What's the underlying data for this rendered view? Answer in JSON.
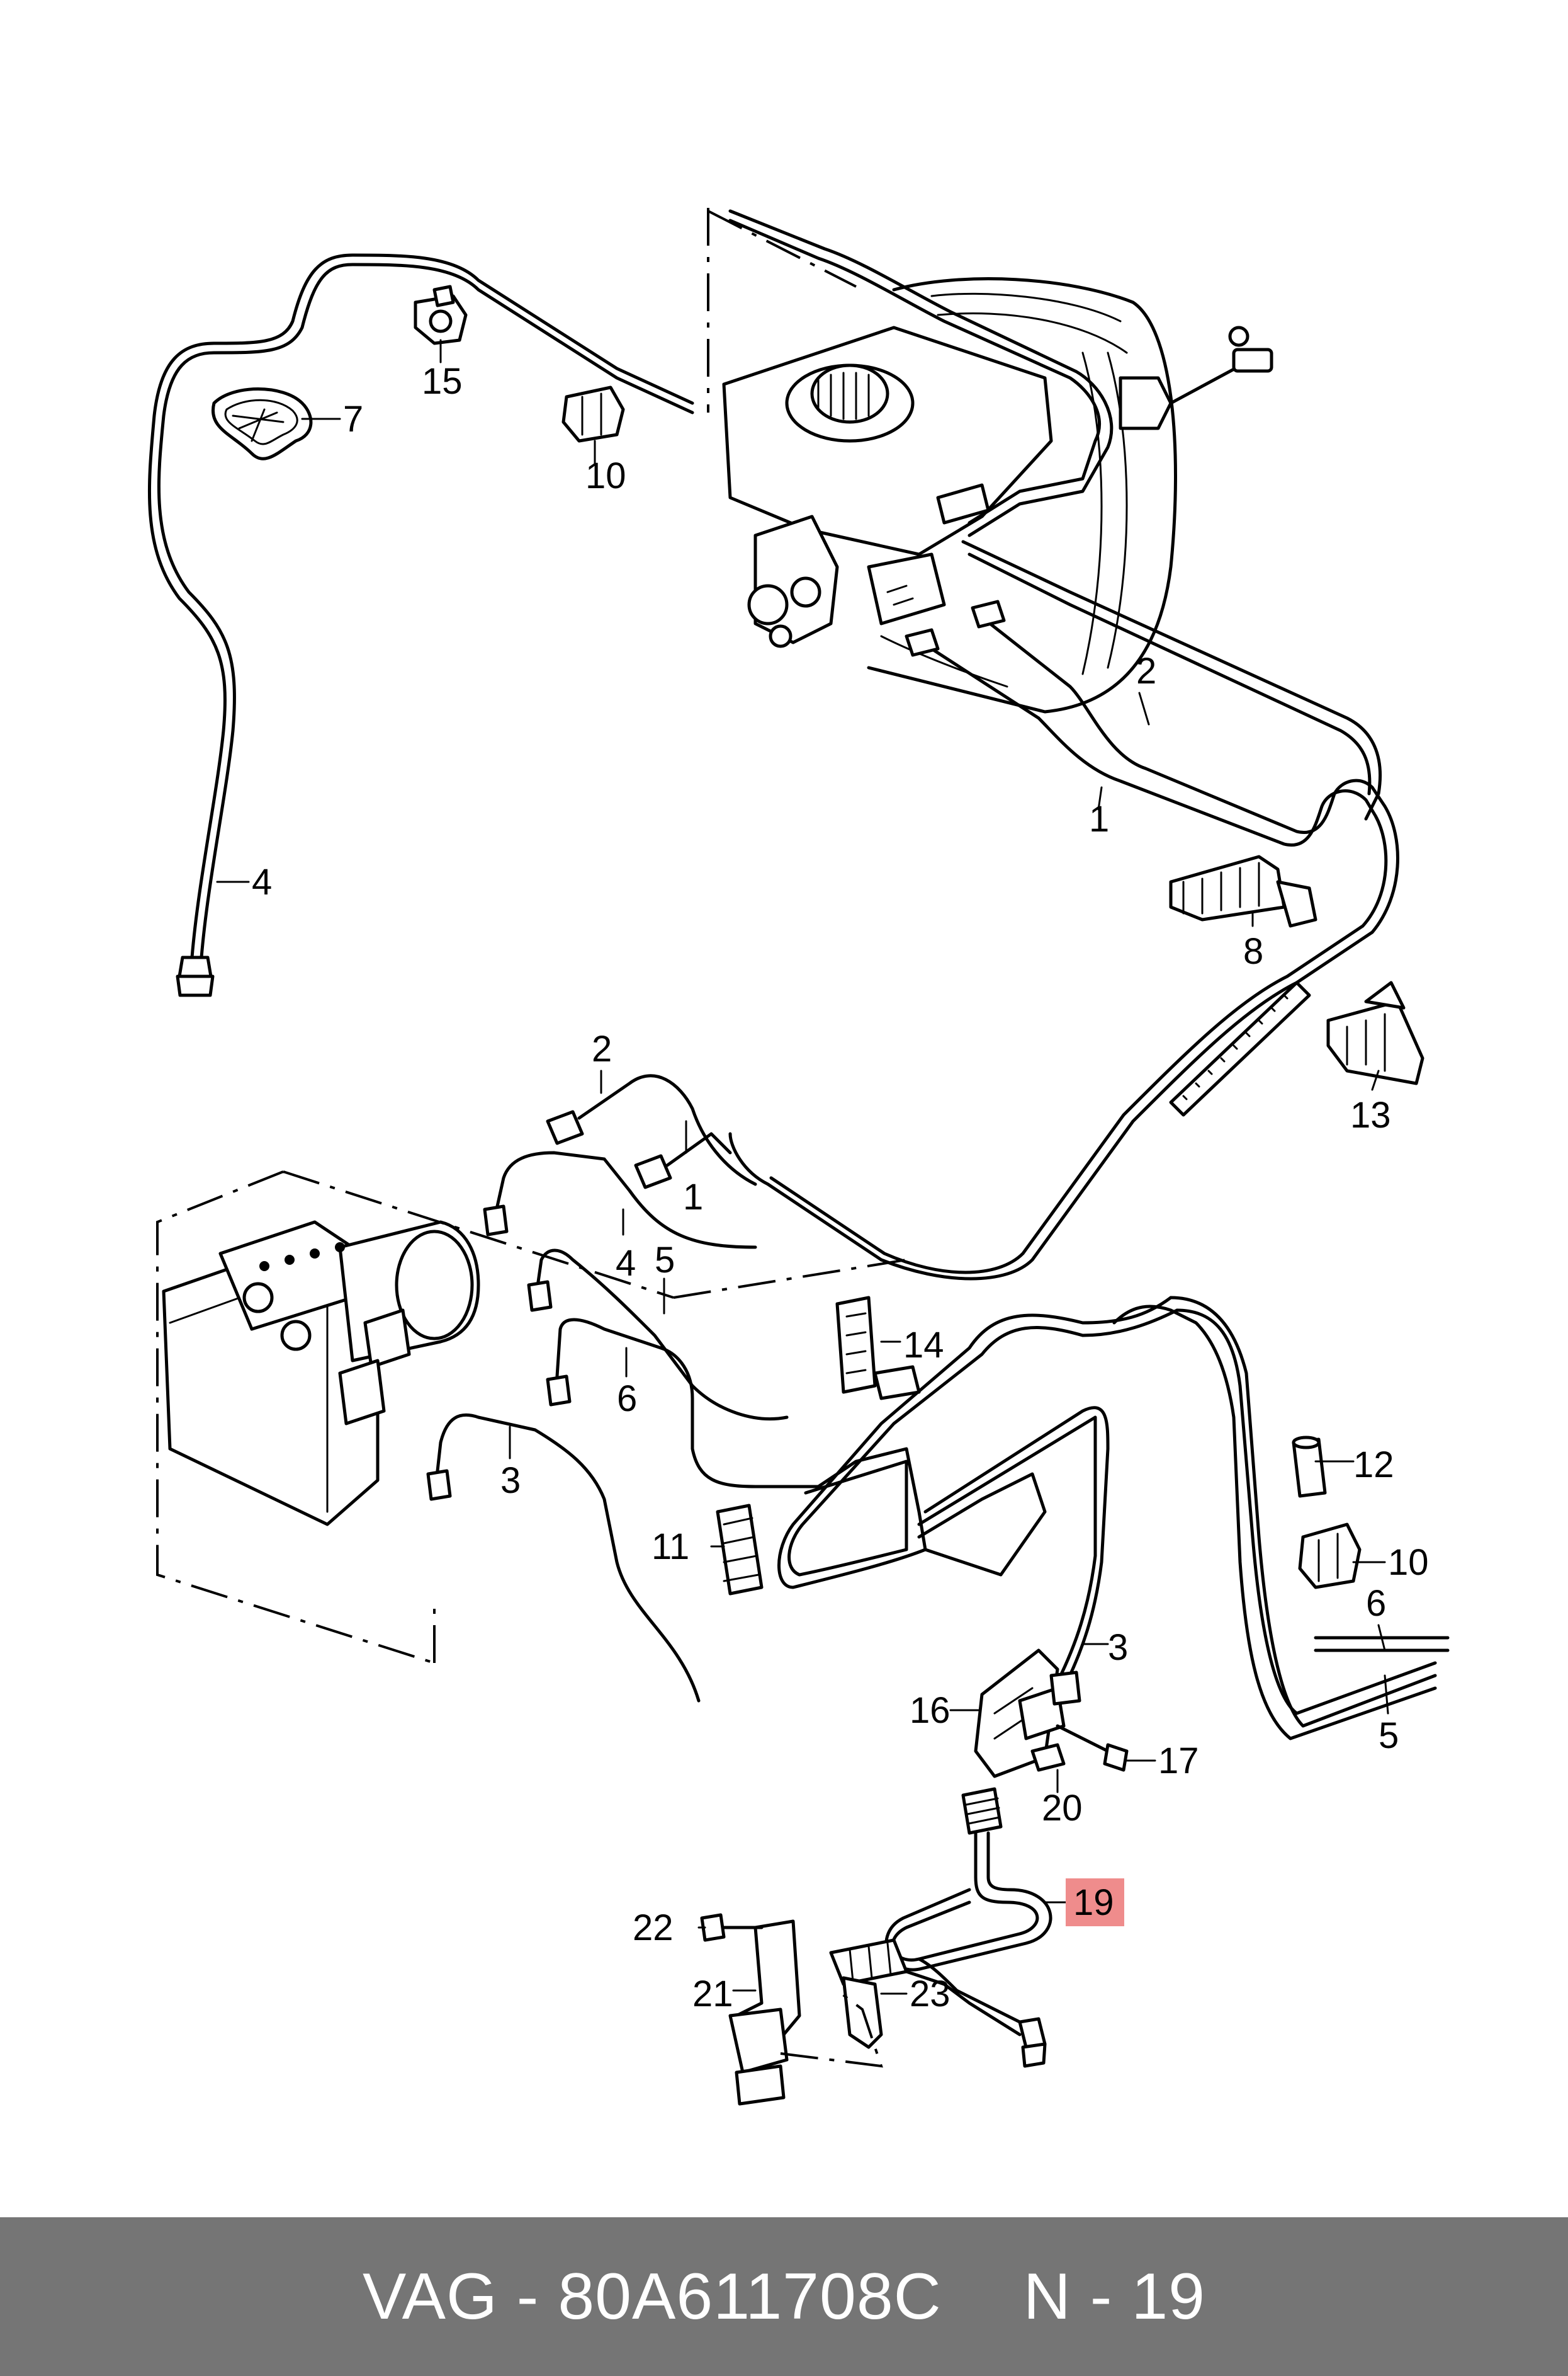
{
  "callouts": {
    "c1a": "1",
    "c1b": "1",
    "c2a": "2",
    "c2b": "2",
    "c3a": "3",
    "c3b": "3",
    "c4a": "4",
    "c4b": "4",
    "c5a": "5",
    "c5b": "5",
    "c6a": "6",
    "c6b": "6",
    "c7": "7",
    "c8": "8",
    "c10a": "10",
    "c10b": "10",
    "c11": "11",
    "c12": "12",
    "c13": "13",
    "c14": "14",
    "c15": "15",
    "c16": "16",
    "c17": "17",
    "c19": "19",
    "c20": "20",
    "c21": "21",
    "c22": "22",
    "c23": "23"
  },
  "highlight": {
    "part": "19",
    "color": "#ef8c8c"
  },
  "footer": {
    "brand_part": "VAG - 80A611708C",
    "position": "N - 19"
  }
}
